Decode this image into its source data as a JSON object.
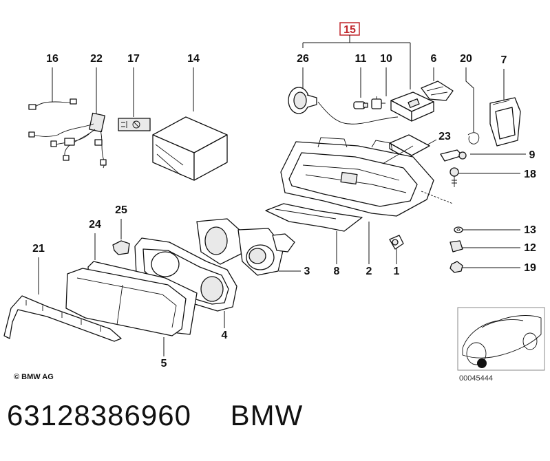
{
  "diagram": {
    "callouts": {
      "c15": "15",
      "c16": "16",
      "c22": "22",
      "c17": "17",
      "c14": "14",
      "c26": "26",
      "c11": "11",
      "c10": "10",
      "c6": "6",
      "c20": "20",
      "c7": "7",
      "c23": "23",
      "c9": "9",
      "c18": "18",
      "c25": "25",
      "c24": "24",
      "c21": "21",
      "c13": "13",
      "c12": "12",
      "c19": "19",
      "c3": "3",
      "c8": "8",
      "c2": "2",
      "c1": "1",
      "c4": "4",
      "c5": "5"
    },
    "copyright": "© BMW AG",
    "inset_code": "00045444"
  },
  "footer": {
    "part_number": "63128386960",
    "brand": "BMW"
  },
  "colors": {
    "highlight_box": "#c0262c",
    "line": "#111111"
  }
}
